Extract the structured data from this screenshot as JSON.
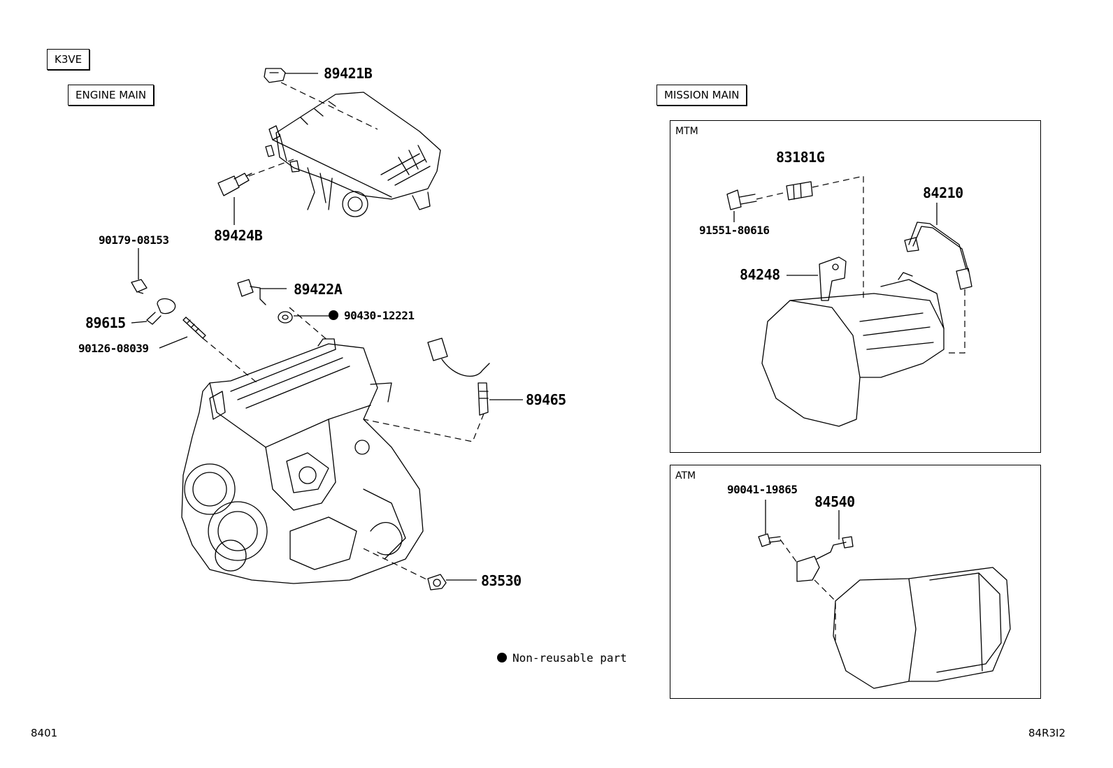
{
  "labels": {
    "model": "K3VE",
    "engine": "ENGINE MAIN",
    "mission": "MISSION MAIN",
    "mtm": "MTM",
    "atm": "ATM"
  },
  "parts": {
    "p89421B": "89421B",
    "p89424B": "89424B",
    "p90179": "90179-08153",
    "p89615": "89615",
    "p90126": "90126-08039",
    "p89422A": "89422A",
    "p90430": "90430-12221",
    "p89465": "89465",
    "p83530": "83530",
    "p83181G": "83181G",
    "p91551": "91551-80616",
    "p84210": "84210",
    "p84248": "84248",
    "p90041": "90041-19865",
    "p84540": "84540"
  },
  "legend": {
    "non_reusable": "Non-reusable part"
  },
  "footer": {
    "left": "8401",
    "right": "84R3I2"
  }
}
